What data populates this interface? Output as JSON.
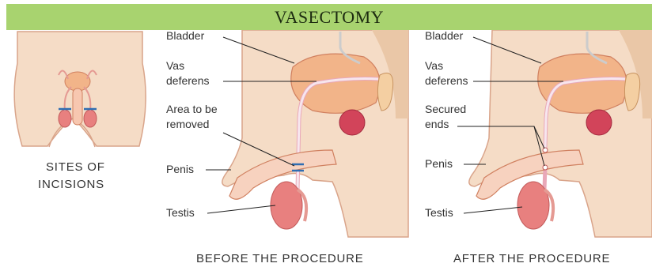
{
  "title": "VASECTOMY",
  "colors": {
    "banner": "#a8d36f",
    "skin": "#f5dcc6",
    "skin_dark": "#eac7a7",
    "outline": "#d9a48a",
    "bladder": "#f2b489",
    "testis": "#e8807f",
    "prostate": "#d2445a",
    "tube": "#f7e6ee",
    "incision_mark": "#2f6db2"
  },
  "sites_panel": {
    "caption_line1": "SITES OF",
    "caption_line2": "INCISIONS"
  },
  "before_panel": {
    "labels": {
      "bladder": "Bladder",
      "vas_deferens": "Vas\ndeferens",
      "area_removed": "Area to be\nremoved",
      "penis": "Penis",
      "testis": "Testis"
    },
    "caption": "BEFORE THE PROCEDURE"
  },
  "after_panel": {
    "labels": {
      "bladder": "Bladder",
      "vas_deferens": "Vas\ndeferens",
      "secured_ends": "Secured\nends",
      "penis": "Penis",
      "testis": "Testis"
    },
    "caption": "AFTER THE PROCEDURE"
  }
}
